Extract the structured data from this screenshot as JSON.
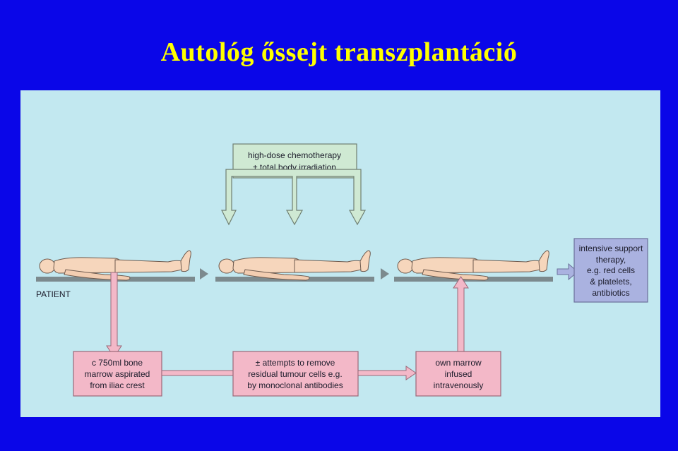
{
  "title": "Autológ őssejt transzplantáció",
  "colors": {
    "background": "#0a06e8",
    "title": "#ffff00",
    "panel": "#c2e8f0",
    "chemo_box": "#cfe9d3",
    "pink_box": "#f3b8c8",
    "support_box": "#aab2e0",
    "skin": "#f6d6bc",
    "table": "#7c8a8e"
  },
  "diagram": {
    "chemo_box": {
      "line1": "high-dose chemotherapy",
      "line2": "± total body irradiation"
    },
    "patient_label": "PATIENT",
    "support_box": {
      "line1": "intensive support",
      "line2": "therapy,",
      "line3": "e.g. red cells",
      "line4": "& platelets,",
      "line5": "antibiotics"
    },
    "step1_box": {
      "line1": "c 750ml bone",
      "line2": "marrow aspirated",
      "line3": "from iliac crest"
    },
    "step2_box": {
      "line1": "± attempts to remove",
      "line2": "residual tumour cells e.g.",
      "line3": "by monoclonal antibodies"
    },
    "step3_box": {
      "line1": "own marrow",
      "line2": "infused",
      "line3": "intravenously"
    }
  }
}
